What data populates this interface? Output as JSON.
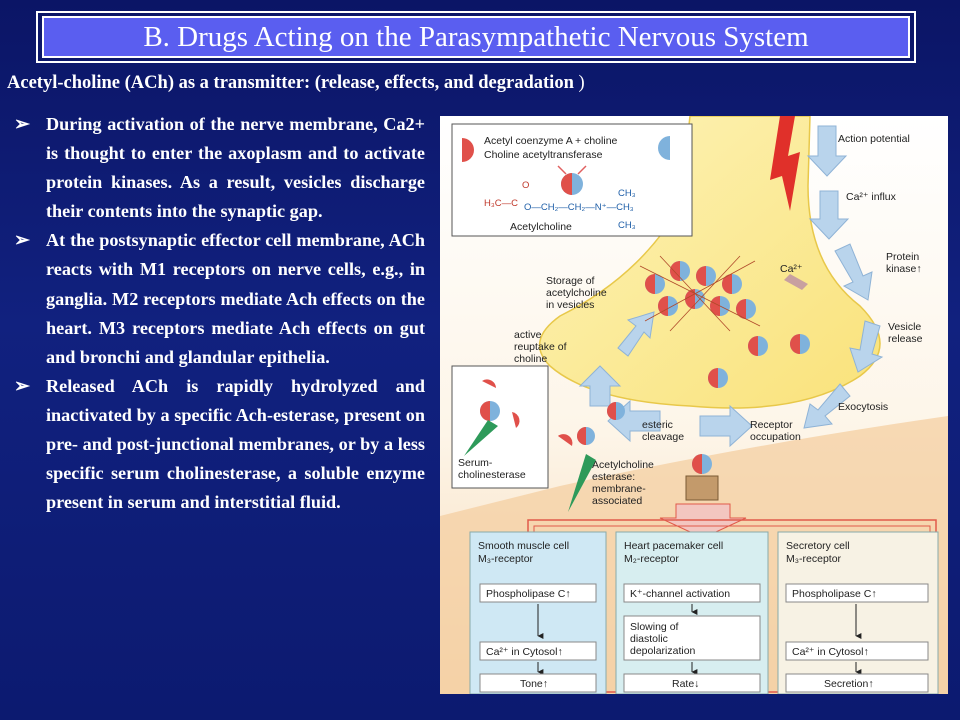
{
  "title": "B. Drugs Acting on the Parasympathetic Nervous System",
  "subtitle": {
    "main": "Acetyl-choline (ACh) as a transmitter: (release, effects, and degradation",
    "close": " )"
  },
  "bullets": [
    {
      "marker": "➢",
      "text": "During activation of the nerve membrane, Ca2+ is thought to enter the axoplasm and to activate protein kinases. As a result, vesicles discharge their contents into the synaptic gap."
    },
    {
      "marker": "➢",
      "text": "At the postsynaptic effector cell membrane, ACh reacts with M1 receptors on nerve cells, e.g., in ganglia. M2 receptors mediate Ach effects on the heart. M3 receptors mediate Ach effects on gut and bronchi and glandular epithelia."
    },
    {
      "marker": "➢",
      "text": "Released ACh is rapidly hydrolyzed and inactivated by a specific Ach-esterase, present on pre- and post-junctional membranes, or by a less specific serum cholinesterase, a soluble enzyme present in serum and interstitial fluid."
    }
  ],
  "diagram": {
    "synthesis_box": {
      "line1": "Acetyl coenzyme A + choline",
      "line2": "Choline acetyltransferase",
      "formula_left": "H₃C—C",
      "formula_o": "O",
      "formula_chain": "O—CH₂—CH₂—N⁺—CH₃",
      "formula_ch3_top": "CH₃",
      "formula_ch3_bottom": "CH₃",
      "name": "Acetylcholine"
    },
    "labels": {
      "action_potential": "Action potential",
      "ca_influx": "Ca²⁺ influx",
      "protein_kinase_1": "Protein",
      "protein_kinase_2": "kinase↑",
      "ca2": "Ca²⁺",
      "storage_1": "Storage of",
      "storage_2": "acetylcholine",
      "storage_3": "in vesicles",
      "reuptake_1": "active",
      "reuptake_2": "reuptake of",
      "reuptake_3": "choline",
      "vesicle_release_1": "Vesicle",
      "vesicle_release_2": "release",
      "exocytosis": "Exocytosis",
      "esteric_1": "esteric",
      "esteric_2": "cleavage",
      "receptor_1": "Receptor",
      "receptor_2": "occupation",
      "serum_1": "Serum-",
      "serum_2": "cholinesterase",
      "ache_1": "Acetylcholine",
      "ache_2": "esterase:",
      "ache_3": "membrane-",
      "ache_4": "associated"
    },
    "effectors": [
      {
        "title1": "Smooth muscle cell",
        "title2": "M₃-receptor",
        "step1": "Phospholipase C↑",
        "step2": "Ca²⁺ in Cytosol↑",
        "result": "Tone↑"
      },
      {
        "title1": "Heart pacemaker cell",
        "title2": "M₂-receptor",
        "step1": "K⁺-channel activation",
        "step2a": "Slowing of",
        "step2b": "diastolic",
        "step2c": "depolarization",
        "result": "Rate↓"
      },
      {
        "title1": "Secretory cell",
        "title2": "M₃-receptor",
        "step1": "Phospholipase C↑",
        "step2": "Ca²⁺ in Cytosol↑",
        "result": "Secretion↑"
      }
    ],
    "colors": {
      "terminal": "#fbee9a",
      "arrow": "#b9d4ec",
      "cell_left": "#cfe8f4",
      "cell_mid": "#d7eef0",
      "cell_right": "#f7f2e4",
      "frame_red": "#e05a4a"
    }
  }
}
